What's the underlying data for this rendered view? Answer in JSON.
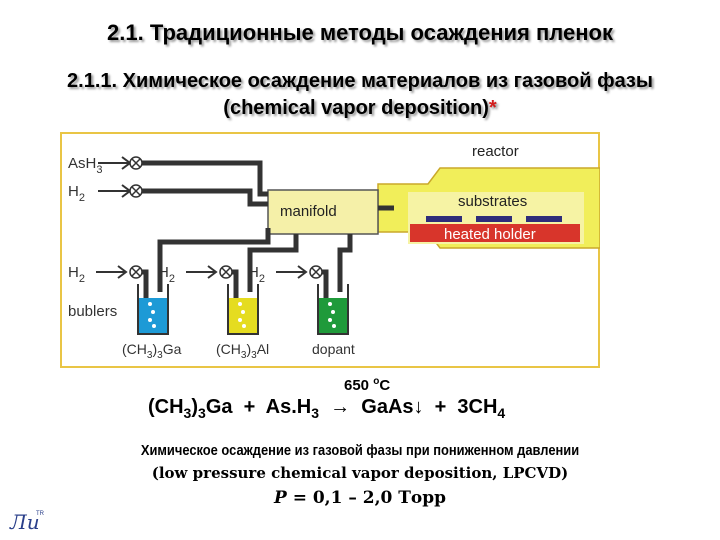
{
  "header": {
    "title_num": "2.1.",
    "title_text": "Традиционные методы осаждения пленок",
    "subtitle_num": "2.1.1.",
    "subtitle_text": "Химическое осаждение материалов из газовой фазы",
    "subtitle_en": "(chemical vapor deposition)",
    "asterisk": "*"
  },
  "diagram": {
    "gas_lines": [
      {
        "gas": "AsH",
        "sub": "3"
      },
      {
        "gas": "H",
        "sub": "2"
      }
    ],
    "bubbler_gas_labels": [
      {
        "gas": "H",
        "sub": "2"
      },
      {
        "gas": "H",
        "sub": "2"
      },
      {
        "gas": "H",
        "sub": "2"
      }
    ],
    "manifold_label": "manifold",
    "reactor_label": "reactor",
    "substrates_label": "substrates",
    "heated_holder_label": "heated holder",
    "bublers_label": "bublers",
    "bubbler_labels": [
      {
        "pre": "(CH",
        "sub1": "3",
        "mid": ")",
        "sub2": "3",
        "post": "Ga"
      },
      {
        "pre": "(CH",
        "sub1": "3",
        "mid": ")",
        "sub2": "3",
        "post": "Al"
      },
      {
        "pre": "dopant",
        "sub1": "",
        "mid": "",
        "sub2": "",
        "post": ""
      }
    ],
    "colors": {
      "frame": "#e9c545",
      "reactor": "#f1ee5a",
      "reactor_inner": "#f6f3a4",
      "manifold": "#f5f0a8",
      "holder": "#d8352b",
      "substrates": "#2e2d7a",
      "liquid_ga": "#1d9ad6",
      "liquid_al": "#e5dc20",
      "liquid_dopant": "#1f9a3a",
      "pipe": "#333333"
    }
  },
  "equation": {
    "temp_num": "650",
    "temp_deg": "o",
    "temp_unit": "C",
    "p1": "(CH",
    "s1": "3",
    "p2": ")",
    "s2": "3",
    "p3": "Ga  +  As.H",
    "s3": "3",
    "p4": "  →  GaAs↓  +  3CH",
    "s4": "4"
  },
  "lpcvd": {
    "line_ru": "Химическое осаждение из газовой фазы при пониженном давлении",
    "line_en": "(low pressure chemical vapor deposition, LPCVD)",
    "p_symbol": "P",
    "p_value": "= 0,1 – 2,0 Торр"
  },
  "logo": {
    "text": "Ли",
    "sup": "TR"
  }
}
